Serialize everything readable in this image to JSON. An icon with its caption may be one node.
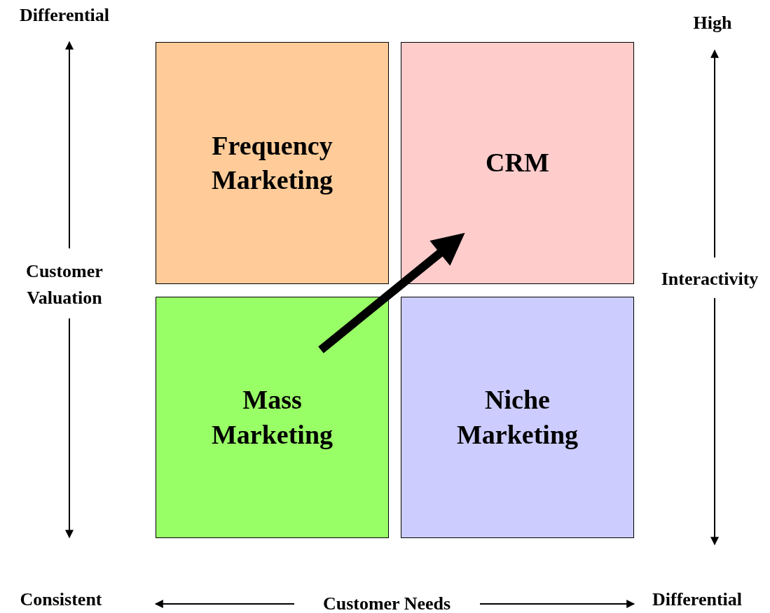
{
  "diagram": {
    "nodes": [
      {
        "text": [
          "Frequency Marketing"
        ]
      },
      {
        "text": [
          "CRM"
        ]
      },
      {
        "text": [
          "Mass Marketing"
        ]
      },
      {
        "text": [
          "Niche Marketing"
        ]
      }
    ],
    "edges": [
      {
        "from": 2,
        "to": 1,
        "arrow": "to"
      }
    ],
    "labels": [
      "Differential",
      "High",
      "Customer Valuation",
      "Interactivity",
      "Consistent",
      "Customer Needs",
      "Differential"
    ]
  }
}
